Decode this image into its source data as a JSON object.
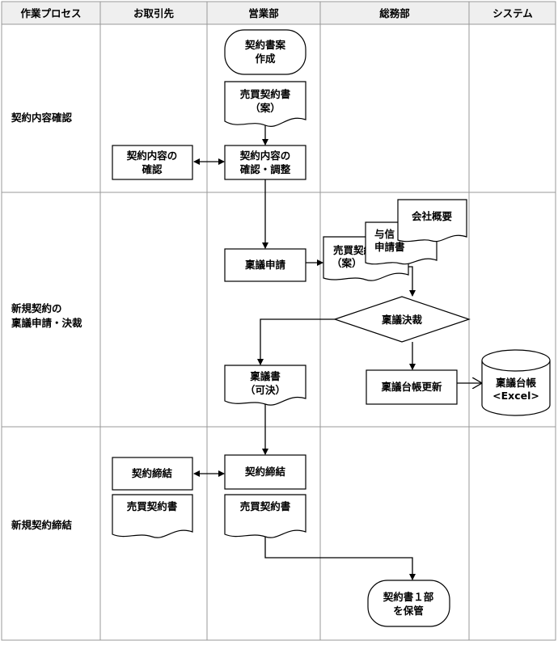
{
  "header": {
    "columns": [
      "作業プロセス",
      "お取引先",
      "営業部",
      "総務部",
      "システム"
    ],
    "background": "#efefef"
  },
  "rows": [
    {
      "label": [
        "契約内容確認"
      ]
    },
    {
      "label": [
        "新規契約の",
        "稟議申請・決裁"
      ]
    },
    {
      "label": [
        "新規契約締結"
      ]
    }
  ],
  "nodes": {
    "draft_create": {
      "type": "terminator",
      "lines": [
        "契約書案",
        "作成"
      ]
    },
    "sales_contract_draft": {
      "type": "document",
      "lines": [
        "売買契約書",
        "（案）"
      ]
    },
    "confirm_adjust": {
      "type": "process",
      "lines": [
        "契約内容の",
        "確認・調整"
      ]
    },
    "client_confirm": {
      "type": "process",
      "lines": [
        "契約内容の",
        "確認"
      ]
    },
    "approval_request": {
      "type": "process",
      "lines": [
        "稟議申請"
      ]
    },
    "doc_draft_stack": {
      "type": "document",
      "lines": [
        "売買契約書",
        "（案）"
      ]
    },
    "credit_application": {
      "type": "document",
      "lines": [
        "与信",
        "申請書"
      ]
    },
    "company_overview": {
      "type": "document",
      "lines": [
        "会社概要"
      ]
    },
    "approval_decision": {
      "type": "decision",
      "lines": [
        "稟議決裁"
      ]
    },
    "approval_document": {
      "type": "document",
      "lines": [
        "稟議書",
        "（可決）"
      ]
    },
    "ledger_update": {
      "type": "process",
      "lines": [
        "稟議台帳更新"
      ]
    },
    "ledger_db": {
      "type": "database",
      "lines": [
        "稟議台帳",
        "<Excel>"
      ]
    },
    "contract_sign": {
      "type": "process",
      "lines": [
        "契約締結"
      ]
    },
    "client_contract_sign": {
      "type": "process",
      "lines": [
        "契約締結"
      ]
    },
    "client_sales_contract": {
      "type": "document",
      "lines": [
        "売買契約書"
      ]
    },
    "sales_contract": {
      "type": "document",
      "lines": [
        "売買契約書"
      ]
    },
    "store_contract": {
      "type": "terminator",
      "lines": [
        "契約書１部",
        "を保管"
      ]
    }
  }
}
